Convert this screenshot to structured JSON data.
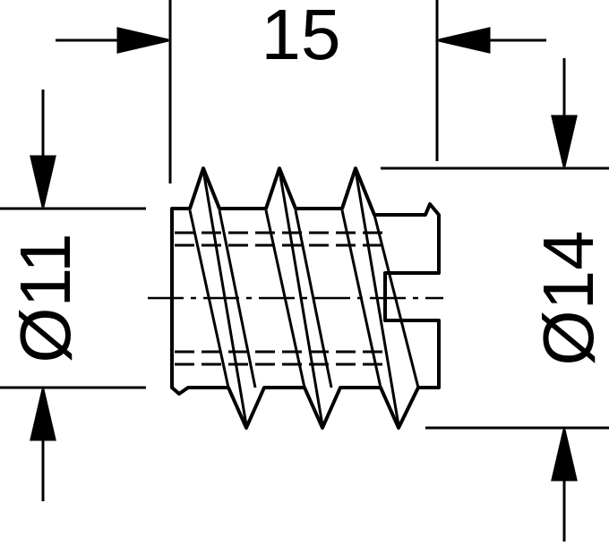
{
  "dimensions": {
    "length": "15",
    "inner_diameter": "Ø11",
    "outer_diameter": "Ø14"
  },
  "colors": {
    "line": "#000000",
    "background": "#ffffff"
  }
}
